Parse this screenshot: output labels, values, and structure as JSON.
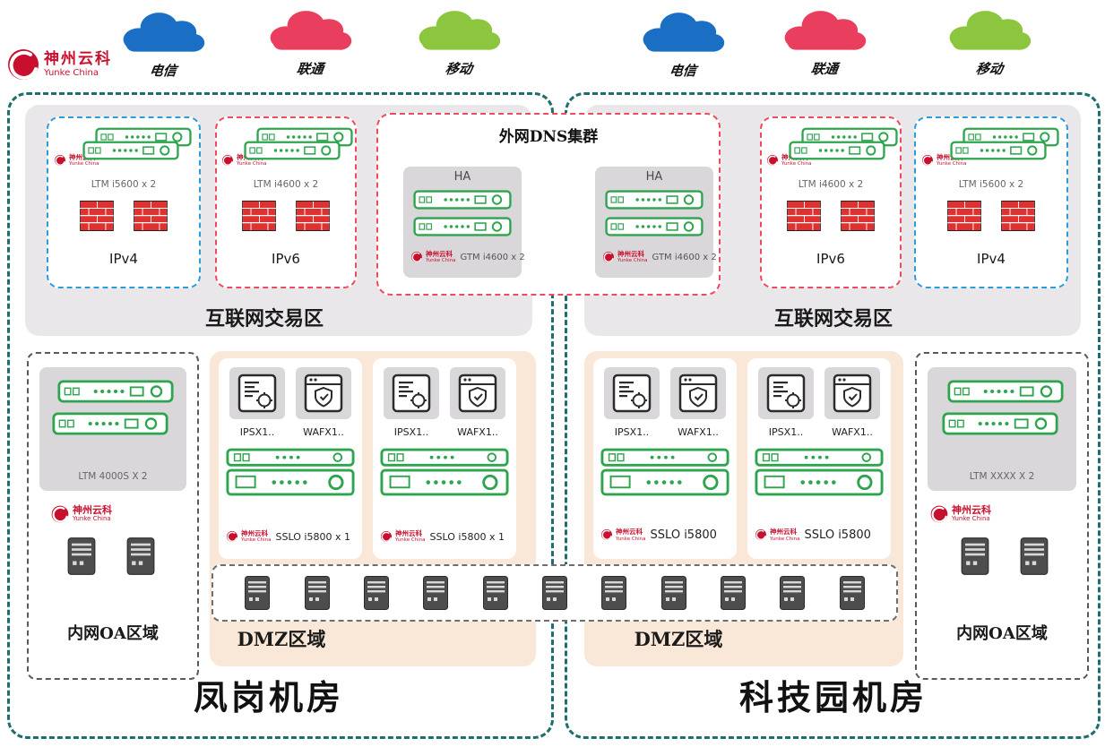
{
  "brand": {
    "name": "神州云科",
    "sub": "Yunke China"
  },
  "colors": {
    "telecom": "#1a6fc4",
    "unicom": "#ea3e5f",
    "mobile": "#8cc63e",
    "dc_border": "#1d6e6e",
    "device_green": "#2ea44f",
    "ipv4_border": "#2d9cdb",
    "ipv6_border": "#ee4b5f",
    "zone_gray": "#e9e7ea",
    "dmz_peach": "#f9e8d8",
    "brand_red": "#c8102e"
  },
  "isps_left": [
    {
      "label": "电信"
    },
    {
      "label": "联通"
    },
    {
      "label": "移动"
    }
  ],
  "isps_right": [
    {
      "label": "电信"
    },
    {
      "label": "联通"
    },
    {
      "label": "移动"
    }
  ],
  "dns_cluster": {
    "title": "外网DNS集群",
    "ha_label": "HA",
    "device_label": "GTM i4600 x 2"
  },
  "left_dc": {
    "name": "凤岗机房",
    "internet_zone": {
      "label": "互联网交易区",
      "ipv4": {
        "device": "LTM i5600 x 2",
        "label": "IPv4"
      },
      "ipv6": {
        "device": "LTM i4600 x 2",
        "label": "IPv6"
      }
    },
    "oa_zone": {
      "device": "LTM 4000S X 2",
      "label": "内网OA区域"
    },
    "dmz": {
      "label": "DMZ区域",
      "groups": [
        {
          "ips": "IPSX1..",
          "waf": "WAFX1..",
          "sslo": "SSLO i5800 x 1"
        },
        {
          "ips": "IPSX1..",
          "waf": "WAFX1..",
          "sslo": "SSLO i5800 x 1"
        }
      ]
    }
  },
  "right_dc": {
    "name": "科技园机房",
    "internet_zone": {
      "label": "互联网交易区",
      "ipv6": {
        "device": "LTM i4600 x 2",
        "label": "IPv6"
      },
      "ipv4": {
        "device": "LTM i5600 x 2",
        "label": "IPv4"
      }
    },
    "oa_zone": {
      "device": "LTM XXXX X 2",
      "label": "内网OA区域"
    },
    "dmz": {
      "label": "DMZ区域",
      "groups": [
        {
          "ips": "IPSX1..",
          "waf": "WAFX1..",
          "sslo": "SSLO i5800"
        },
        {
          "ips": "IPSX1..",
          "waf": "WAFX1..",
          "sslo": "SSLO i5800"
        }
      ]
    }
  }
}
